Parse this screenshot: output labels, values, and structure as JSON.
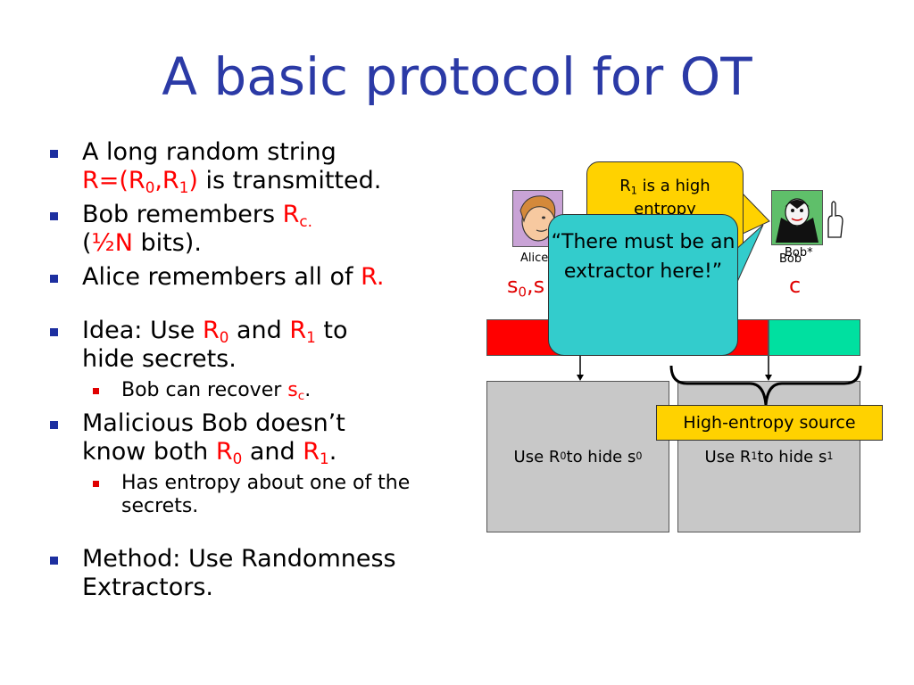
{
  "slide": {
    "title": "A basic protocol for OT"
  },
  "bullets": {
    "b1_line1": "A long random string",
    "b1_red": "R=(R",
    "b1_sub0": "0",
    "b1_comma": ",R",
    "b1_sub1": "1",
    "b1_close": ")",
    "b1_tail": " is transmitted.",
    "b2_text": "Bob remembers ",
    "b2_red": "R",
    "b2_sub": "c.",
    "b2_line2_open": "(",
    "b2_line2_red": "½N",
    "b2_line2_tail": " bits).",
    "b3_text": "Alice remembers all of ",
    "b3_red": "R.",
    "b4_text": "Idea: Use ",
    "b4_r": "R",
    "b4_sub0": "0",
    "b4_and": " and ",
    "b4_sub1": "1",
    "b4_tail": " to",
    "b4_line2": "hide secrets.",
    "b4_sub_text": "Bob can recover ",
    "b4_sub_red": "s",
    "b4_sub_sub": "c",
    "b4_sub_end": ".",
    "b5_line1": "Malicious Bob doesn’t",
    "b5_line2": "know both ",
    "b5_r": "R",
    "b5_sub0": "0",
    "b5_and": " and ",
    "b5_sub1": "1",
    "b5_end": ".",
    "b5_sub_text": "Has entropy about one of the secrets.",
    "b6_text": "Method: Use Randomness Extractors."
  },
  "diagram": {
    "alice_label": "Alice",
    "bob_label": "Bob",
    "bob_star_label": "Bob*",
    "alice_secrets": "s",
    "alice_sub0": "0",
    "alice_comma": ",s",
    "bob_choice": "c",
    "callout_yellow_r": "R",
    "callout_yellow_sub": "1",
    "callout_yellow_text1": " is a high",
    "callout_yellow_text2": "entropy",
    "callout_teal_text": "“There must be an extractor here!”",
    "left_box_text1": "Use R",
    "left_box_sub1": "0",
    "left_box_text2": " to hide s",
    "left_box_sub2": "0",
    "right_box_text1": "Use R",
    "right_box_sub1": "1",
    "right_box_text2": " to hide s",
    "right_box_sub2": "1",
    "high_entropy_label": "High-entropy source",
    "colors": {
      "red_bar": "#ff0000",
      "green_bar": "#00e0a0",
      "gray_box": "#c8c8c8",
      "yellow": "#ffd200",
      "teal": "#33cccc",
      "title_blue": "#2b3aa6"
    }
  }
}
